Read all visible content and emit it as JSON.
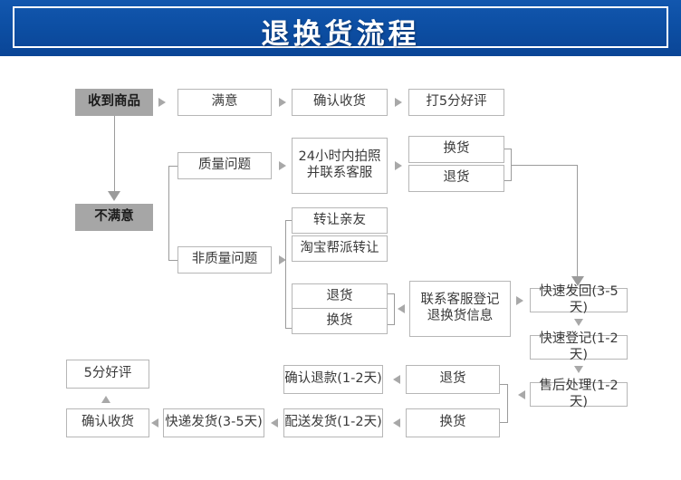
{
  "banner": {
    "title": "退换货流程",
    "bg_color": "#0d4fa4",
    "border_color": "#ffffff",
    "text_color": "#ffffff"
  },
  "palette": {
    "node_border": "#b6b6b6",
    "node_bg": "#ffffff",
    "node_text": "#3a3a3a",
    "filled_bg": "#a6a6a6",
    "connector": "#9b9b9b"
  },
  "nodes": {
    "received": "收到商品",
    "satisfied": "满意",
    "confirm_receipt_top": "确认收货",
    "five_star_rating": "打5分好评",
    "not_satisfied": "不满意",
    "quality_issue": "质量问题",
    "photo_contact": "24小时内拍照\n并联系客服",
    "exchange_top": "换货",
    "return_top": "退货",
    "transfer_friends": "转让亲友",
    "taobao_gang_transfer": "淘宝帮派转让",
    "non_quality_issue": "非质量问题",
    "return_mid": "退货",
    "exchange_mid": "换货",
    "contact_service_register": "联系客服登记\n退换货信息",
    "fast_send_back": "快速发回(3-5天)",
    "fast_register": "快速登记(1-2天)",
    "after_sales": "售后处理(1-2天)",
    "return_bottom": "退货",
    "exchange_bottom": "换货",
    "confirm_refund": "确认退款(1-2天)",
    "delivery_ship": "配送发货(1-2天)",
    "express_ship": "快递发货(3-5天)",
    "confirm_receipt_bottom": "确认收货",
    "five_star": "5分好评"
  },
  "icons": {
    "arrow_right": "arrow-right-icon",
    "arrow_left": "arrow-left-icon",
    "arrow_down": "arrow-down-icon",
    "arrow_up": "arrow-up-icon"
  }
}
